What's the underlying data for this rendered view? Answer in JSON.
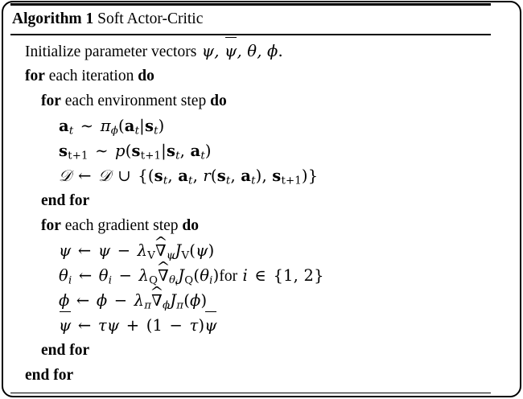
{
  "figure": {
    "kind": "algorithm-pseudocode-box",
    "title": {
      "label_bold": "Algorithm 1",
      "name": "Soft Actor-Critic"
    }
  },
  "algorithm": {
    "lines": [
      {
        "id": "init",
        "indent": 1,
        "text": "Initialize parameter vectors ψ, ψ̄, θ, φ.",
        "keywords": []
      },
      {
        "id": "for-iteration",
        "indent": 1,
        "text": "for each iteration do",
        "keywords": [
          "for",
          "do"
        ]
      },
      {
        "id": "for-env-step",
        "indent": 2,
        "text": "for each environment step do",
        "keywords": [
          "for",
          "do"
        ]
      },
      {
        "id": "sample-action",
        "indent": 3,
        "text": "a_t ~ π_φ(a_t|s_t)",
        "keywords": []
      },
      {
        "id": "sample-next-state",
        "indent": 3,
        "text": "s_{t+1} ~ p(s_{t+1}|s_t, a_t)",
        "keywords": []
      },
      {
        "id": "update-replay-buffer",
        "indent": 3,
        "text": "D ← D ∪ {(s_t, a_t, r(s_t, a_t), s_{t+1})}",
        "keywords": []
      },
      {
        "id": "end-for-env-step",
        "indent": 2,
        "text": "end for",
        "keywords": [
          "end for"
        ]
      },
      {
        "id": "for-gradient-step",
        "indent": 2,
        "text": "for each gradient step do",
        "keywords": [
          "for",
          "do"
        ]
      },
      {
        "id": "update-psi",
        "indent": 3,
        "text": "ψ ← ψ − λ_V ∇̂_ψ J_V(ψ)",
        "keywords": []
      },
      {
        "id": "update-theta",
        "indent": 3,
        "text": "θ_i ← θ_i − λ_Q ∇̂_{θ_i} J_Q(θ_i) for i ∈ {1, 2}",
        "keywords": []
      },
      {
        "id": "update-phi",
        "indent": 3,
        "text": "φ ← φ − λ_π ∇̂_φ J_π(φ)",
        "keywords": []
      },
      {
        "id": "update-psi-bar",
        "indent": 3,
        "text": "ψ̄ ← τψ + (1 − τ)ψ̄",
        "keywords": []
      },
      {
        "id": "end-for-gradient-step",
        "indent": 2,
        "text": "end for",
        "keywords": [
          "end for"
        ]
      },
      {
        "id": "end-for-iteration",
        "indent": 1,
        "text": "end for",
        "keywords": [
          "end for"
        ]
      }
    ],
    "tokens": {
      "initialize": "Initialize parameter vectors",
      "for": "for",
      "do": "do",
      "end_for": "end for",
      "each_iteration": "each iteration",
      "each_environment_step": "each environment step",
      "each_gradient_step": "each gradient step",
      "for_i_in": "for",
      "period": "."
    }
  },
  "colors": {
    "ink": "#000000",
    "page": "#ffffff"
  }
}
